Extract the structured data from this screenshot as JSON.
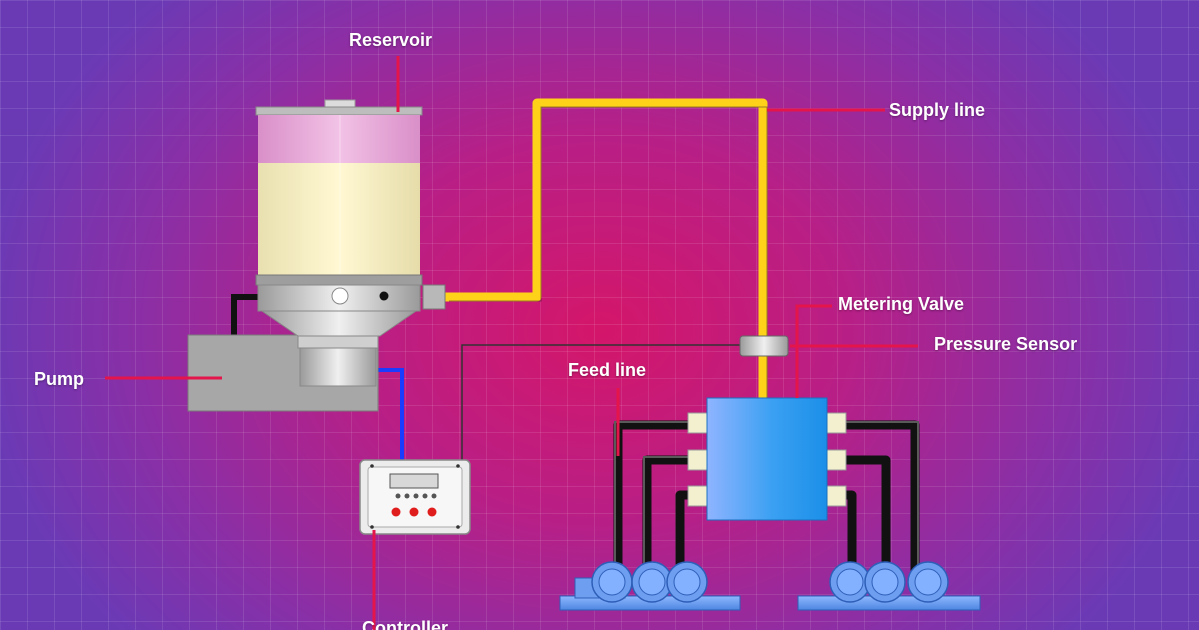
{
  "labels": {
    "reservoir": "Reservoir",
    "supply_line": "Supply line",
    "metering_valve": "Metering Valve",
    "pressure_sensor": "Pressure Sensor",
    "feed_line": "Feed line",
    "pump": "Pump",
    "controller": "Controller"
  },
  "colors": {
    "leader": "#e3154a",
    "supply_line": "#ffd21a",
    "feed_line": "#111111",
    "control_wire": "#1a3cff",
    "valve_block": "#2a9bf0",
    "bearing": "#5b92e6"
  }
}
